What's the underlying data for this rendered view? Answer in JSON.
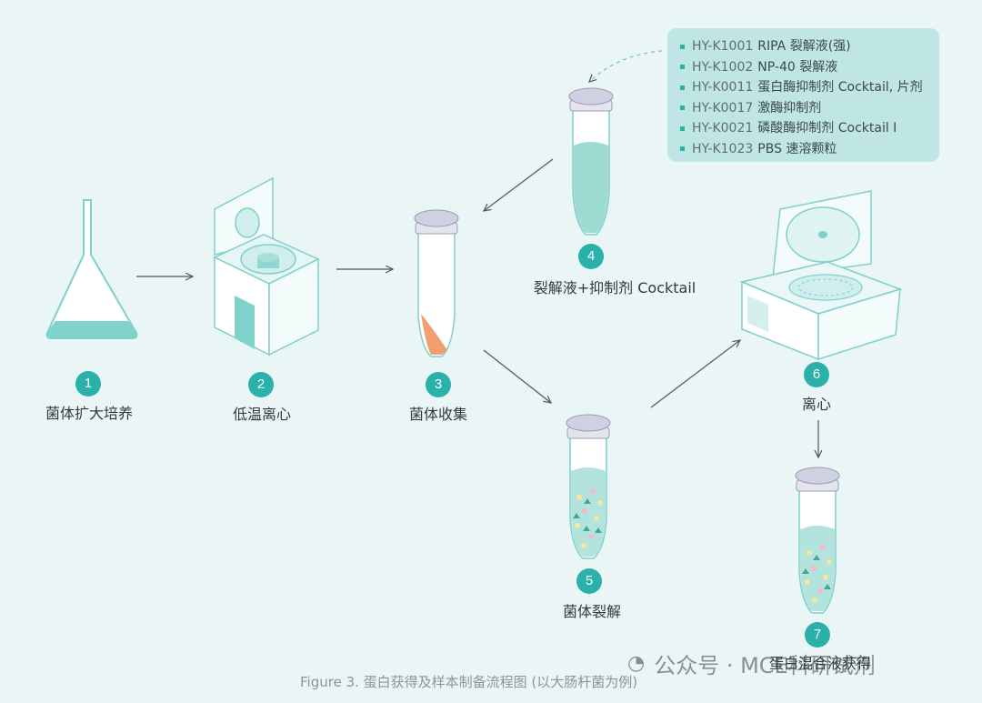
{
  "steps": [
    {
      "num": "1",
      "label": "菌体扩大培养"
    },
    {
      "num": "2",
      "label": "低温离心"
    },
    {
      "num": "3",
      "label": "菌体收集"
    },
    {
      "num": "4",
      "label": "裂解液+抑制剂 Cocktail"
    },
    {
      "num": "5",
      "label": "菌体裂解"
    },
    {
      "num": "6",
      "label": "离心"
    },
    {
      "num": "7",
      "label": "蛋白混合液获得"
    }
  ],
  "reagents": [
    {
      "code": "HY-K1001",
      "name": "RIPA 裂解液(强)"
    },
    {
      "code": "HY-K1002",
      "name": "NP-40 裂解液"
    },
    {
      "code": "HY-K0011",
      "name": "蛋白酶抑制剂 Cocktail, 片剂"
    },
    {
      "code": "HY-K0017",
      "name": "激酶抑制剂"
    },
    {
      "code": "HY-K0021",
      "name": "磷酸酶抑制剂 Cocktail I"
    },
    {
      "code": "HY-K1023",
      "name": "PBS 速溶颗粒"
    }
  ],
  "caption": "Figure 3. 蛋白获得及样本制备流程图 (以大肠杆菌为例)",
  "watermark": "公众号 · MCE科研试剂",
  "colors": {
    "background": "#eaf6f6",
    "accent": "#2bb0aa",
    "liquid": "#9fdad3",
    "pellet": "#f0a070",
    "reagent_box": "#bfe5e4"
  }
}
